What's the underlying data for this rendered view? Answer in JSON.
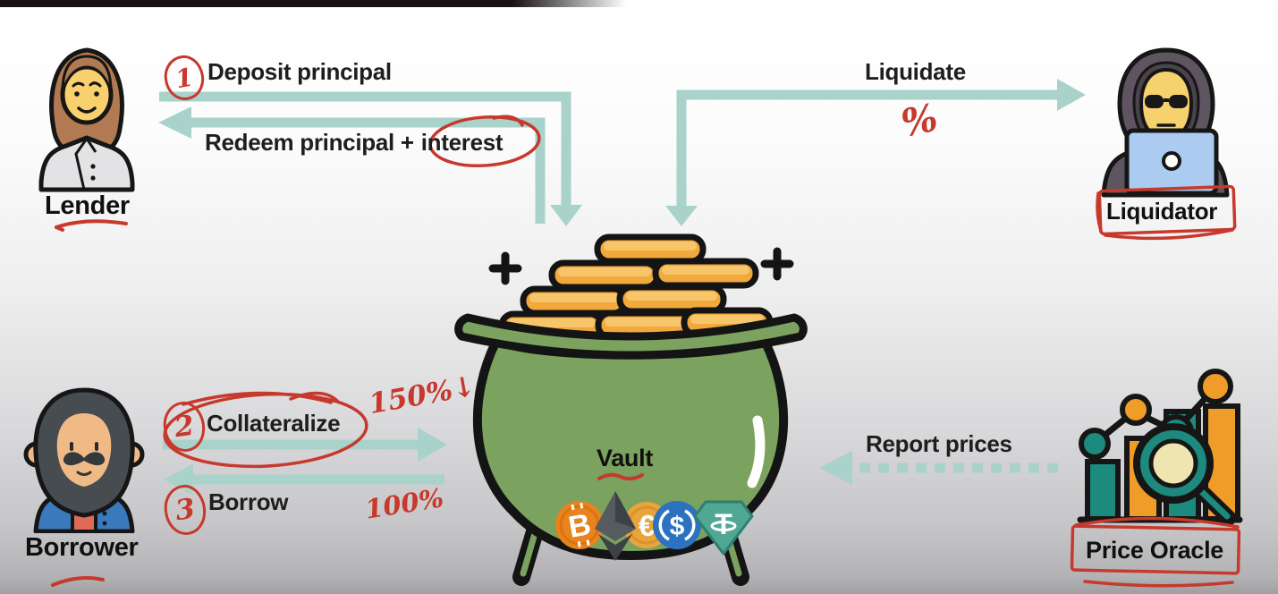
{
  "title": "DeFi lending protocol diagram",
  "colors": {
    "arrow_teal": "#a9d2cb",
    "annotation_red": "#c6392c",
    "text_black": "#1e1e1e",
    "vault_green": "#7ba25f",
    "gold": "#f1a93c",
    "oracle_teal": "#1d8a7e",
    "oracle_orange": "#ef9c29",
    "laptop_blue": "#abcbf0"
  },
  "actors": {
    "lender": {
      "label": "Lender"
    },
    "liquidator": {
      "label": "Liquidator"
    },
    "borrower": {
      "label": "Borrower"
    },
    "price_oracle": {
      "label": "Price Oracle"
    }
  },
  "vault": {
    "label": "Vault",
    "coins": [
      {
        "name": "bitcoin",
        "symbol": "B"
      },
      {
        "name": "ethereum"
      },
      {
        "name": "euro",
        "symbol": "€"
      },
      {
        "name": "usd-coin",
        "symbol": "$"
      },
      {
        "name": "tether",
        "symbol": "T"
      }
    ]
  },
  "flows": {
    "deposit": {
      "step": "1",
      "label": "Deposit principal"
    },
    "redeem": {
      "label_prefix": "Redeem principal +",
      "label_circled": "interest"
    },
    "liquidate": {
      "label": "Liquidate",
      "fee_annotation": "%"
    },
    "collateralize": {
      "step": "2",
      "label": "Collateralize",
      "ratio_annotation": "150%↓"
    },
    "borrow": {
      "step": "3",
      "label": "Borrow",
      "ratio_annotation": "100%"
    },
    "report_prices": {
      "label": "Report prices"
    }
  }
}
